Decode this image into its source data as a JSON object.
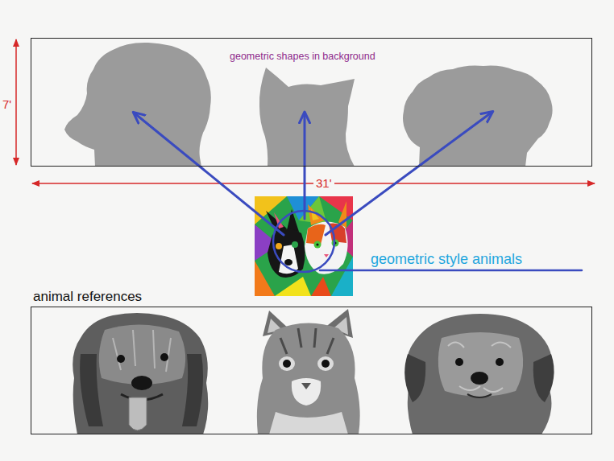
{
  "diagram": {
    "nodes": [
      {
        "text": [
          "geometric shapes in background"
        ]
      },
      {
        "text": [
          "animal references"
        ]
      }
    ],
    "labels": [
      "7'",
      "31'",
      "geometric style animals"
    ]
  }
}
